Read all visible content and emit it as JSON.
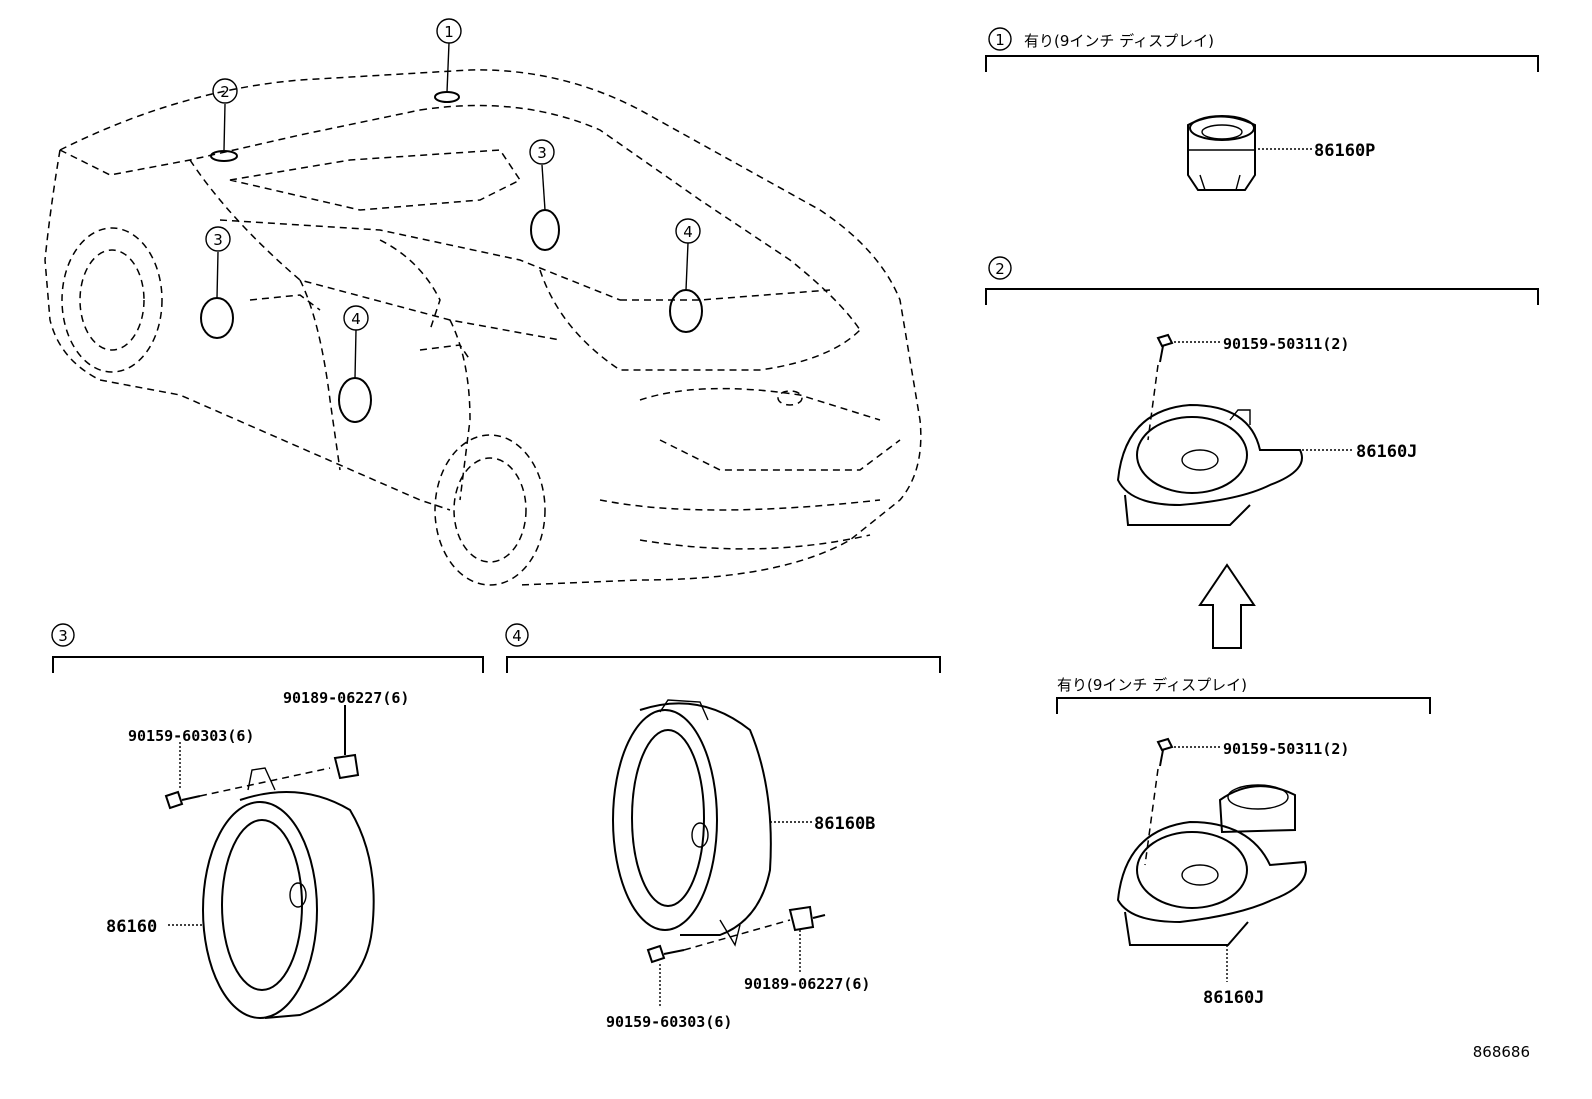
{
  "sections": {
    "s1": {
      "marker": "1",
      "title": "有り(9インチ ディスプレイ)"
    },
    "s2": {
      "marker": "2"
    },
    "s3": {
      "marker": "3"
    },
    "s4": {
      "marker": "4"
    },
    "s2b": {
      "title": "有り(9インチ ディスプレイ)"
    }
  },
  "car_callouts": [
    "1",
    "2",
    "3",
    "3",
    "4",
    "4"
  ],
  "parts": {
    "p86160P": "86160P",
    "p86160J_a": "86160J",
    "p86160J_b": "86160J",
    "bolt_2a": "90159-50311(2)",
    "bolt_2b": "90159-50311(2)",
    "p86160": "86160",
    "screw_3": "90159-60303(6)",
    "clip_3": "90189-06227(6)",
    "p86160B": "86160B",
    "screw_4": "90159-60303(6)",
    "clip_4": "90189-06227(6)"
  },
  "diagram_id": "868686"
}
